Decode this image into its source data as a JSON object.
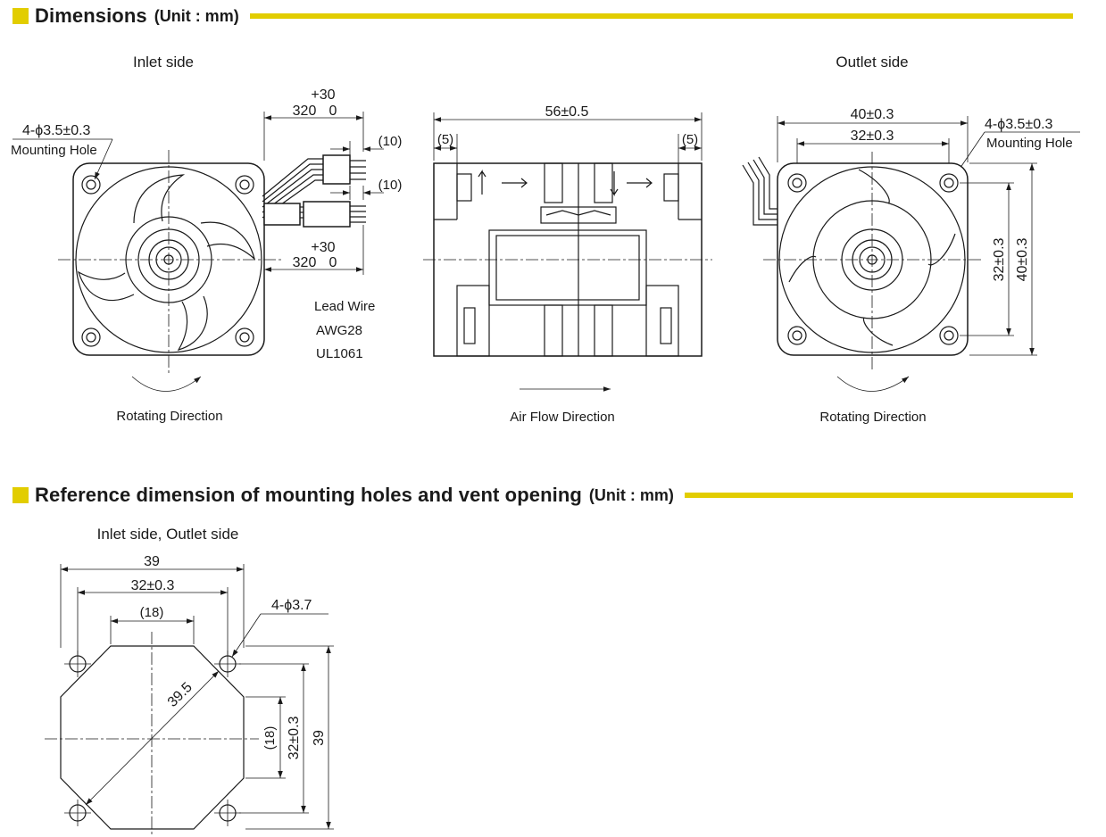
{
  "sections": {
    "dimensions": {
      "title": "Dimensions",
      "unit": "(Unit : mm)"
    },
    "reference": {
      "title": "Reference dimension of mounting holes and vent opening",
      "unit": "(Unit : mm)"
    }
  },
  "views": {
    "inlet": {
      "label": "Inlet side",
      "mounting_hole_spec": "4-ϕ3.5±0.3",
      "mounting_hole_label": "Mounting Hole",
      "wire_length_upper": {
        "tol": "+30",
        "nominal": "320",
        "minus": "0"
      },
      "wire_length_lower": {
        "tol": "+30",
        "nominal": "320",
        "minus": "0"
      },
      "strip_length_1": "(10)",
      "strip_length_2": "(10)",
      "lead_wire": [
        "Lead Wire",
        "AWG28",
        "UL1061"
      ],
      "rotation_label": "Rotating Direction"
    },
    "side": {
      "depth": "56±0.5",
      "offset_left": "(5)",
      "offset_right": "(5)",
      "airflow_label": "Air Flow Direction"
    },
    "outlet": {
      "label": "Outlet side",
      "outer_width": "40±0.3",
      "hole_pitch_h": "32±0.3",
      "mounting_hole_spec": "4-ϕ3.5±0.3",
      "mounting_hole_label": "Mounting Hole",
      "hole_pitch_v": "32±0.3",
      "outer_height": "40±0.3",
      "rotation_label": "Rotating Direction"
    },
    "reference": {
      "label": "Inlet side, Outlet side",
      "width": "39",
      "hole_pitch_h": "32±0.3",
      "vent_flat_h": "(18)",
      "hole_spec": "4-ϕ3.7",
      "diagonal": "39.5",
      "vent_flat_v": "(18)",
      "hole_pitch_v": "32±0.3",
      "height": "39"
    }
  },
  "colors": {
    "accent": "#e2cd00",
    "line": "#1a1a1a"
  }
}
